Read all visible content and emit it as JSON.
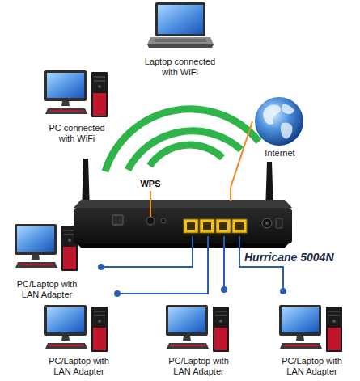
{
  "diagram": {
    "nodes": [
      {
        "text": [
          "Laptop connected with WiFi"
        ]
      },
      {
        "text": [
          "PC connected with WiFi"
        ]
      },
      {
        "text": [
          "Internet"
        ]
      },
      {
        "text": [
          "Hurricane 5004N"
        ]
      },
      {
        "text": [
          "PC/Laptop with LAN Adapter"
        ]
      },
      {
        "text": [
          "PC/Laptop with LAN Adapter"
        ]
      },
      {
        "text": [
          "PC/Laptop with LAN Adapter"
        ]
      },
      {
        "text": [
          "PC/Laptop with LAN Adapter"
        ]
      }
    ],
    "edges": [
      {
        "from": 3,
        "to": 2,
        "arrow": "none"
      },
      {
        "from": 3,
        "to": 4,
        "arrow": "none"
      },
      {
        "from": 3,
        "to": 5,
        "arrow": "none"
      },
      {
        "from": 3,
        "to": 6,
        "arrow": "none"
      },
      {
        "from": 3,
        "to": 7,
        "arrow": "none"
      }
    ],
    "labels": [
      "WPS"
    ]
  }
}
